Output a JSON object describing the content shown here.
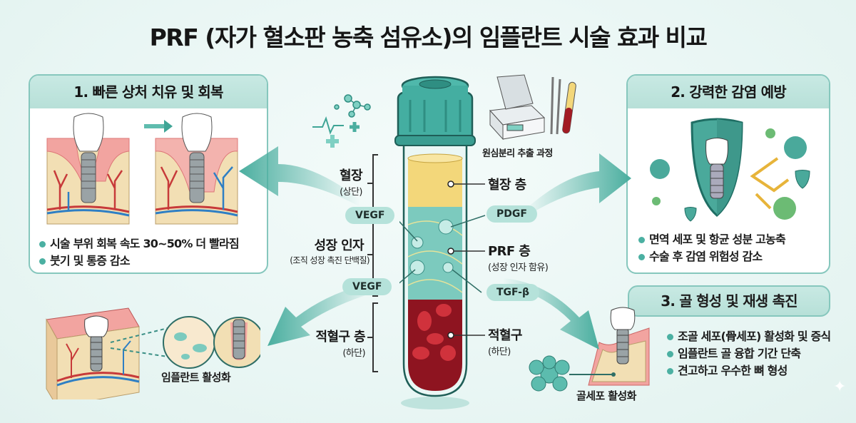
{
  "title": "PRF (자가 혈소판 농축 섬유소)의 임플란트 시술 효과 비교",
  "colors": {
    "accent_teal": "#4bb0a2",
    "card_header": "#b7e0d8",
    "card_border": "#86c7bd",
    "plasma": "#f3d77a",
    "prf_layer": "#7ccabe",
    "rbc_layer": "#8e1420",
    "gum": "#f0a0a0",
    "bone": "#f2dfb4"
  },
  "cards": {
    "healing": {
      "heading": "1. 빠른 상처 치유 및 회복",
      "bullets": [
        "시술 부위 회복 속도 30~50% 더 빨라짐",
        "붓기 및 통증 감소"
      ]
    },
    "infection": {
      "heading": "2. 강력한 감염 예방",
      "bullets": [
        "면역 세포 및 항균 성분 고농축",
        "수술 후 감염 위험성 감소"
      ]
    },
    "bone": {
      "heading": "3. 골 형성 및 재생 촉진",
      "bullets": [
        "조골 세포(骨세포) 활성화 및 증식",
        "임플란트 골 융합 기간 단축",
        "견고하고 우수한 뼈 형성"
      ],
      "caption": "골세포 활성화"
    }
  },
  "tube": {
    "left_labels": [
      {
        "main": "혈장",
        "sub": "(상단)"
      },
      {
        "main": "성장 인자",
        "sub": "(조직 성장 촉진 단백질)"
      },
      {
        "main": "적혈구 층",
        "sub": "(하단)"
      }
    ],
    "right_labels": [
      {
        "main": "혈장 층",
        "sub": ""
      },
      {
        "main": "PRF 층",
        "sub": "(성장 인자 함유)"
      },
      {
        "main": "적혈구",
        "sub": "(하단)"
      }
    ],
    "pills": {
      "vegf_top": "VEGF",
      "vegf_bottom": "VEGF",
      "pdgf": "PDGF",
      "tgf": "TGF-β"
    }
  },
  "centrifuge_caption": "원심분리 추출 과정",
  "implant_activation_caption": "임플란트 활성화",
  "icons": [
    "molecule-icon",
    "heartbeat-icon",
    "plus-icon",
    "shield-icon",
    "virus-icon",
    "centrifuge-icon",
    "test-tube-icon",
    "tooth-implant-icon",
    "bone-cell-icon",
    "sparkle-icon"
  ]
}
